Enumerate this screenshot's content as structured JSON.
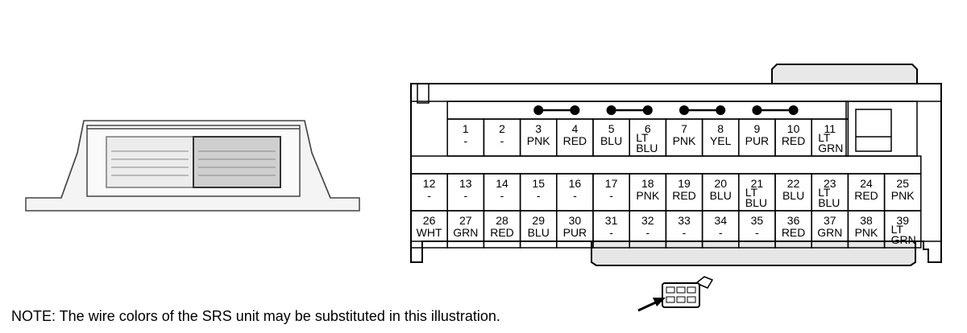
{
  "note": "NOTE: The wire colors of the SRS unit may be substituted in this illustration.",
  "terminals": [
    {
      "num": "1",
      "color": "-"
    },
    {
      "num": "2",
      "color": "-"
    },
    {
      "num": "3",
      "color": "PNK"
    },
    {
      "num": "4",
      "color": "RED"
    },
    {
      "num": "5",
      "color": "BLU"
    },
    {
      "num": "6",
      "color": "LT BLU"
    },
    {
      "num": "7",
      "color": "PNK"
    },
    {
      "num": "8",
      "color": "YEL"
    },
    {
      "num": "9",
      "color": "PUR"
    },
    {
      "num": "10",
      "color": "RED"
    },
    {
      "num": "11",
      "color": "LT GRN"
    },
    {
      "num": "12",
      "color": "-"
    },
    {
      "num": "13",
      "color": "-"
    },
    {
      "num": "14",
      "color": "-"
    },
    {
      "num": "15",
      "color": "-"
    },
    {
      "num": "16",
      "color": "-"
    },
    {
      "num": "17",
      "color": "-"
    },
    {
      "num": "18",
      "color": "PNK"
    },
    {
      "num": "19",
      "color": "RED"
    },
    {
      "num": "20",
      "color": "BLU"
    },
    {
      "num": "21",
      "color": "LT BLU"
    },
    {
      "num": "22",
      "color": "BLU"
    },
    {
      "num": "23",
      "color": "LT BLU"
    },
    {
      "num": "24",
      "color": "RED"
    },
    {
      "num": "25",
      "color": "PNK"
    },
    {
      "num": "26",
      "color": "WHT"
    },
    {
      "num": "27",
      "color": "GRN"
    },
    {
      "num": "28",
      "color": "RED"
    },
    {
      "num": "29",
      "color": "BLU"
    },
    {
      "num": "30",
      "color": "PUR"
    },
    {
      "num": "31",
      "color": "-"
    },
    {
      "num": "32",
      "color": "-"
    },
    {
      "num": "33",
      "color": "-"
    },
    {
      "num": "34",
      "color": "-"
    },
    {
      "num": "35",
      "color": "-"
    },
    {
      "num": "36",
      "color": "RED"
    },
    {
      "num": "37",
      "color": "GRN"
    },
    {
      "num": "38",
      "color": "PNK"
    },
    {
      "num": "39",
      "color": "LT GRN"
    }
  ],
  "shorting_bars": [
    [
      "3",
      "4"
    ],
    [
      "5",
      "6"
    ],
    [
      "7",
      "8"
    ],
    [
      "9",
      "10"
    ]
  ],
  "colors": {
    "line": "#000000",
    "housing_gray": "#e6e6e6",
    "unit_gray": "#d0d0d0"
  }
}
